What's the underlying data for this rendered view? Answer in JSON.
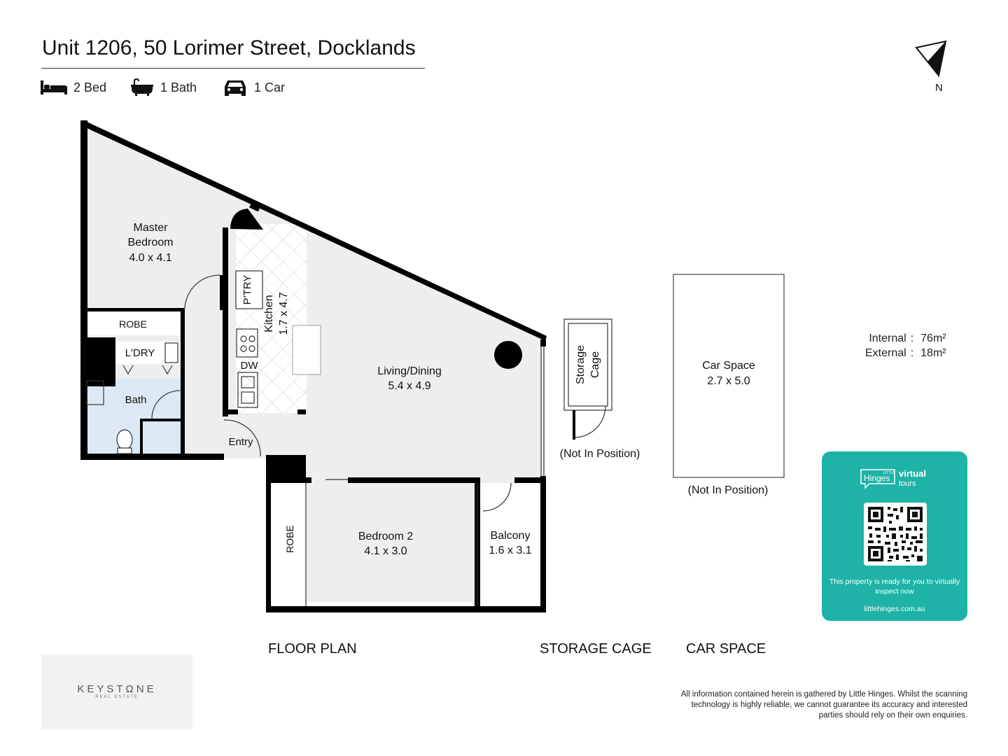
{
  "header": {
    "title": "Unit 1206, 50 Lorimer Street, Docklands",
    "features": [
      {
        "icon": "bed-icon",
        "label": "2 Bed"
      },
      {
        "icon": "bathtub-icon",
        "label": "1 Bath"
      },
      {
        "icon": "car-icon",
        "label": "1 Car"
      }
    ],
    "compass_label": "N"
  },
  "rooms": {
    "master_name": "Master",
    "master_name2": "Bedroom",
    "master_dims": "4.0 x 4.1",
    "robe_top": "ROBE",
    "laundry": "L'DRY",
    "bath": "Bath",
    "pantry": "P'TRY",
    "kitchen_name": "Kitchen",
    "kitchen_dims": "1.7 x 4.7",
    "dishwasher": "DW",
    "living_name": "Living/Dining",
    "living_dims": "5.4 x 4.9",
    "entry": "Entry",
    "robe_bottom": "ROBE",
    "bed2_name": "Bedroom 2",
    "bed2_dims": "4.1 x 3.0",
    "balcony_name": "Balcony",
    "balcony_dims": "1.6 x 3.1",
    "storage_name": "Storage",
    "storage_name2": "Cage",
    "storage_note": "(Not In Position)",
    "car_name": "Car Space",
    "car_dims": "2.7 x 5.0",
    "car_note": "(Not In Position)"
  },
  "areas": {
    "internal_label": "Internal",
    "internal_value": "76m²",
    "external_label": "External",
    "external_value": "18m²",
    "separator": ":"
  },
  "virtual_tour": {
    "brand_small": "LITTLE",
    "brand": "Hinges",
    "word1": "virtual",
    "word2": "tours",
    "text": "This property is ready for you to virtually inspect now",
    "url": "littlehinges.com.au"
  },
  "sections": {
    "floor_plan": "FLOOR PLAN",
    "storage_cage": "STORAGE CAGE",
    "car_space": "CAR SPACE"
  },
  "agency": {
    "name": "KEYSTΩNE",
    "sub": "REAL ESTATE"
  },
  "disclaimer": "All information contained herein is gathered by Little Hinges. Whilst the scanning technology is highly reliable, we cannot guarantee its accuracy and interested parties should rely on their own enquiries.",
  "colors": {
    "floor": "#eeeeee",
    "wall": "#000000",
    "bath_tile": "#dce9f5",
    "accent": "#1eb3a6"
  }
}
